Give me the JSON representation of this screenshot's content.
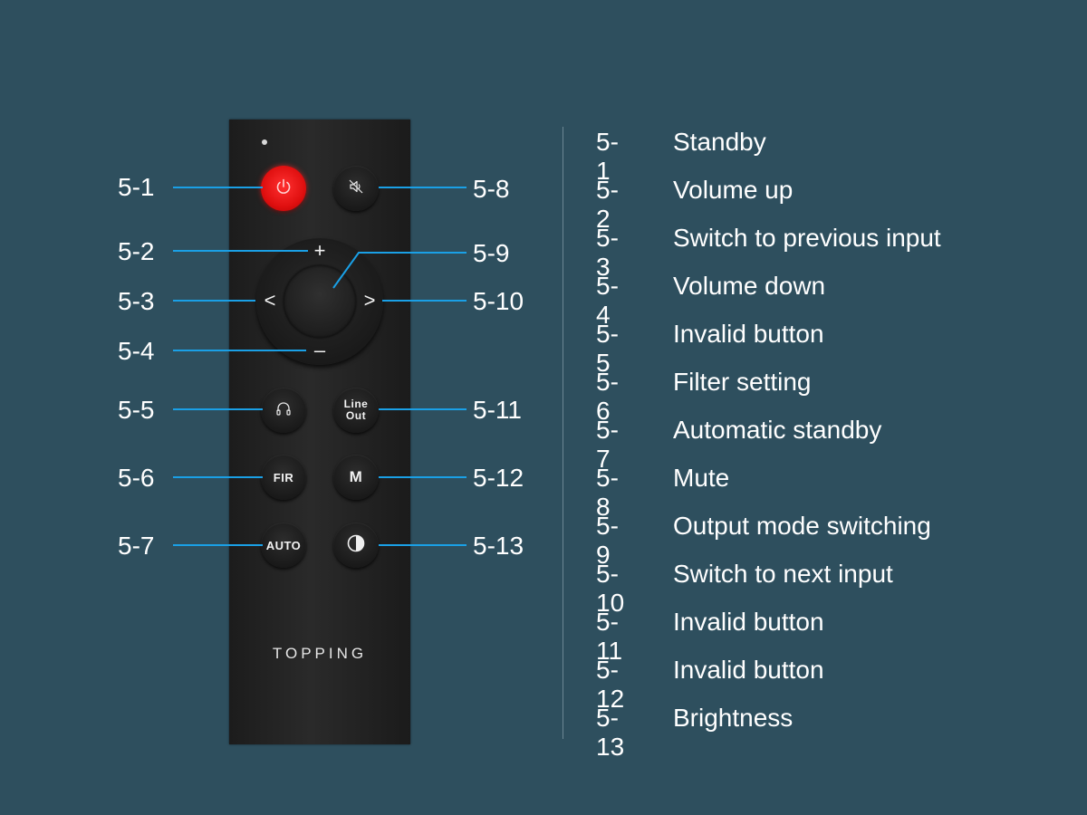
{
  "brand": "TOPPING",
  "buttons": {
    "auto_label": "AUTO",
    "fir_label": "FIR",
    "m_label": "M",
    "line_label": "Line",
    "out_label": "Out",
    "plus": "+",
    "minus": "–",
    "left": "<",
    "right": ">"
  },
  "callouts": [
    "5-1",
    "5-2",
    "5-3",
    "5-4",
    "5-5",
    "5-6",
    "5-7",
    "5-8",
    "5-9",
    "5-10",
    "5-11",
    "5-12",
    "5-13"
  ],
  "legend": [
    {
      "id": "5-1",
      "desc": "Standby"
    },
    {
      "id": "5-2",
      "desc": "Volume up"
    },
    {
      "id": "5-3",
      "desc": "Switch to previous input"
    },
    {
      "id": "5-4",
      "desc": "Volume down"
    },
    {
      "id": "5-5",
      "desc": "Invalid button"
    },
    {
      "id": "5-6",
      "desc": "Filter setting"
    },
    {
      "id": "5-7",
      "desc": "Automatic standby"
    },
    {
      "id": "5-8",
      "desc": "Mute"
    },
    {
      "id": "5-9",
      "desc": "Output mode switching"
    },
    {
      "id": "5-10",
      "desc": "Switch to next input"
    },
    {
      "id": "5-11",
      "desc": "Invalid button"
    },
    {
      "id": "5-12",
      "desc": "Invalid button"
    },
    {
      "id": "5-13",
      "desc": "Brightness"
    }
  ],
  "colors": {
    "background": "#2e4f5e",
    "leader_line": "#1aa0e6",
    "power_button": "#e01010"
  }
}
